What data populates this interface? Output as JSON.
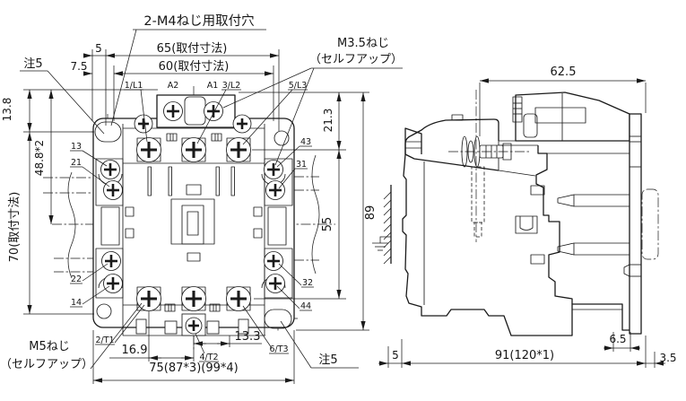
{
  "notes": {
    "mounting_hole": "2-M4ねじ用取付穴",
    "note5_top": "注5",
    "note5_bottom": "注5",
    "m35_line1": "M3.5ねじ",
    "m35_line2": "（セルフアップ）",
    "m5_line1": "M5ねじ",
    "m5_line2": "（セルフアップ）"
  },
  "front_view": {
    "dims": {
      "top_offset": "5",
      "mount_width": "65(取付寸法)",
      "top_offset2": "7.5",
      "body_width": "60(取付寸法)",
      "left_top": "13.8",
      "left_mid": "48.8*2",
      "mount_height": "70(取付寸法)",
      "right_top": "21.3",
      "right_mid": "55",
      "overall_height": "89",
      "bottom_left": "16.9",
      "bottom_right": "13.3",
      "overall_width": "75(87*3)(99*4)"
    },
    "t": {
      "l1": "1/L1",
      "a2": "A2",
      "a1": "A1",
      "l2": "3/L2",
      "l3": "5/L3",
      "t1": "2/T1",
      "t2": "4/T2",
      "t3": "6/T3",
      "x13": "13",
      "x21": "21",
      "x22": "22",
      "x14": "14",
      "x43": "43",
      "x31": "31",
      "x32": "32",
      "x44": "44"
    }
  },
  "side_view": {
    "dims": {
      "width": "62.5",
      "gap": "5",
      "depth": "91(120*1)",
      "foot": "6.5",
      "rail": "3.5"
    }
  }
}
